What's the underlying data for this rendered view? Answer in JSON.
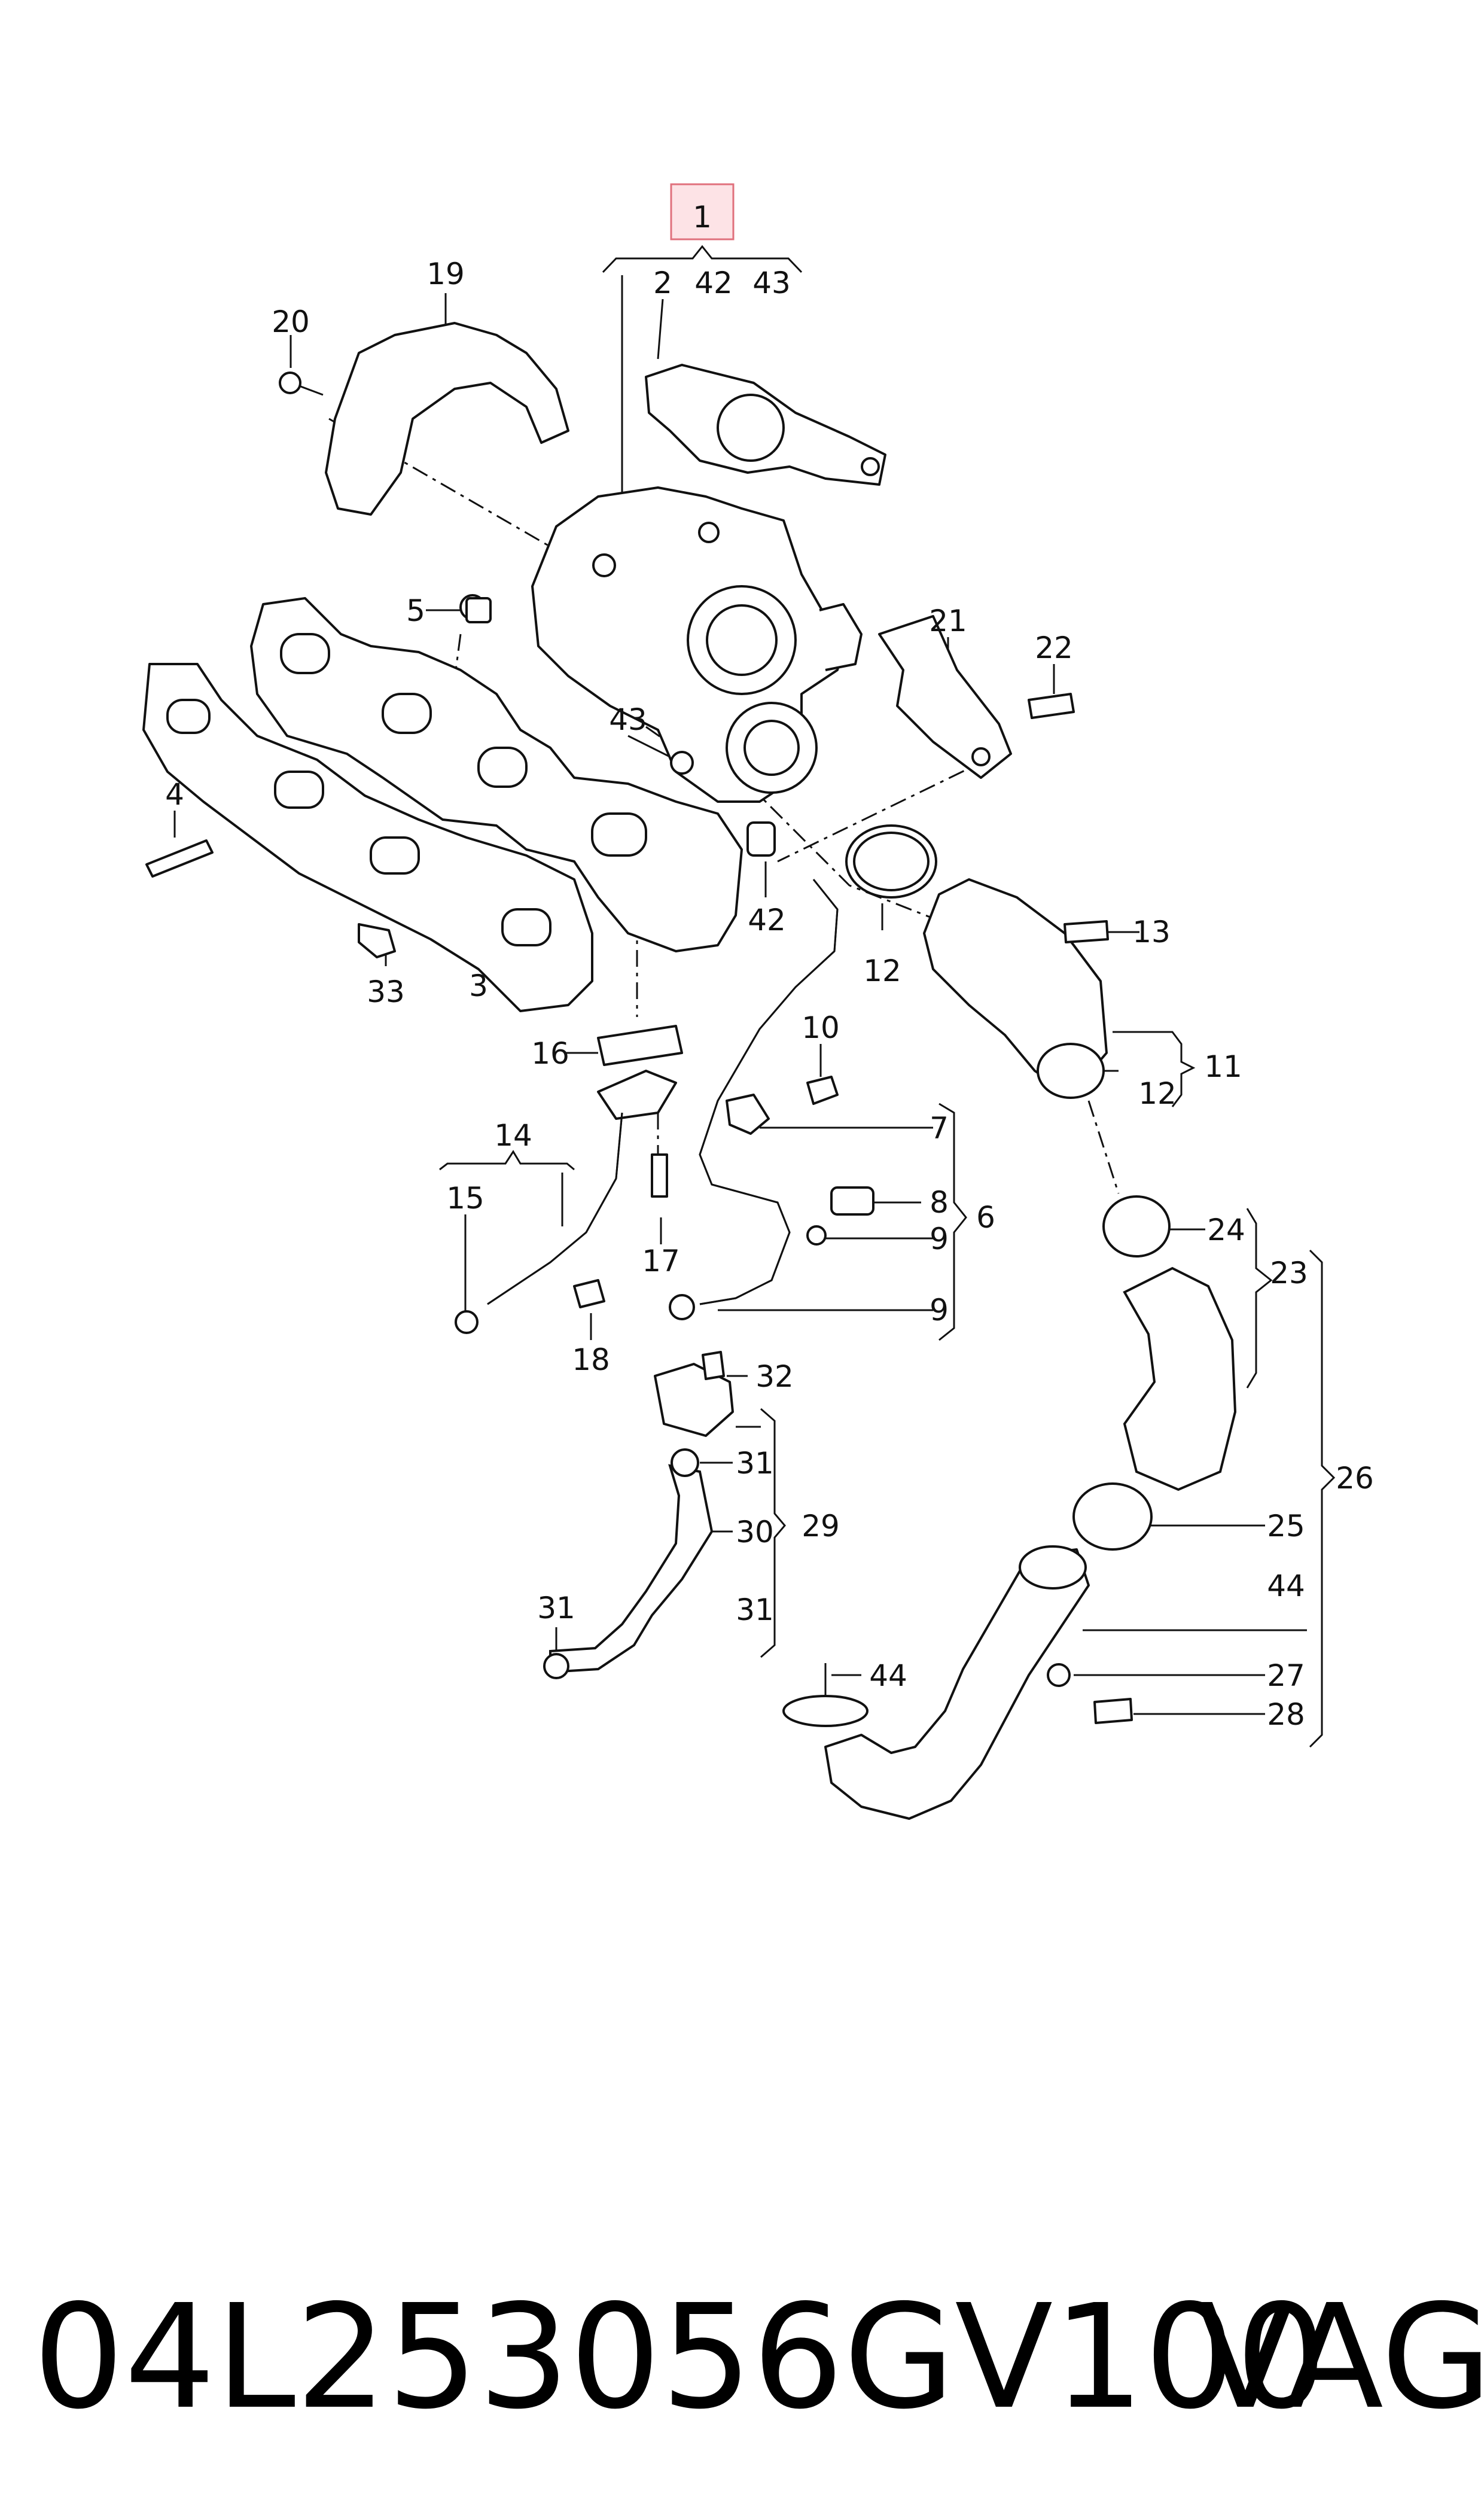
{
  "callouts": {
    "c1": "1",
    "c2": "2",
    "c42a": "42",
    "c43a": "43",
    "c19": "19",
    "c20": "20",
    "c5": "5",
    "c21": "21",
    "c22": "22",
    "c43b": "43",
    "c4": "4",
    "c42b": "42",
    "c12a": "12",
    "c13": "13",
    "c33": "33",
    "c3": "3",
    "c11": "11",
    "c12b": "12",
    "c10": "10",
    "c16": "16",
    "c7": "7",
    "c14": "14",
    "c15": "15",
    "c8": "8",
    "c6": "6",
    "c9a": "9",
    "c17": "17",
    "c24": "24",
    "c23": "23",
    "c9b": "9",
    "c18": "18",
    "c32": "32",
    "c26": "26",
    "c31a": "31",
    "c30": "30",
    "c29": "29",
    "c25": "25",
    "c44a": "44",
    "c31b": "31",
    "c31c": "31",
    "c27": "27",
    "c44b": "44",
    "c28": "28"
  },
  "footer": {
    "part_number": "04L253056GV100",
    "brand": "VAG"
  },
  "colors": {
    "highlight_fill": "#fde3e6",
    "highlight_stroke": "#e0707c",
    "line": "#111111"
  }
}
